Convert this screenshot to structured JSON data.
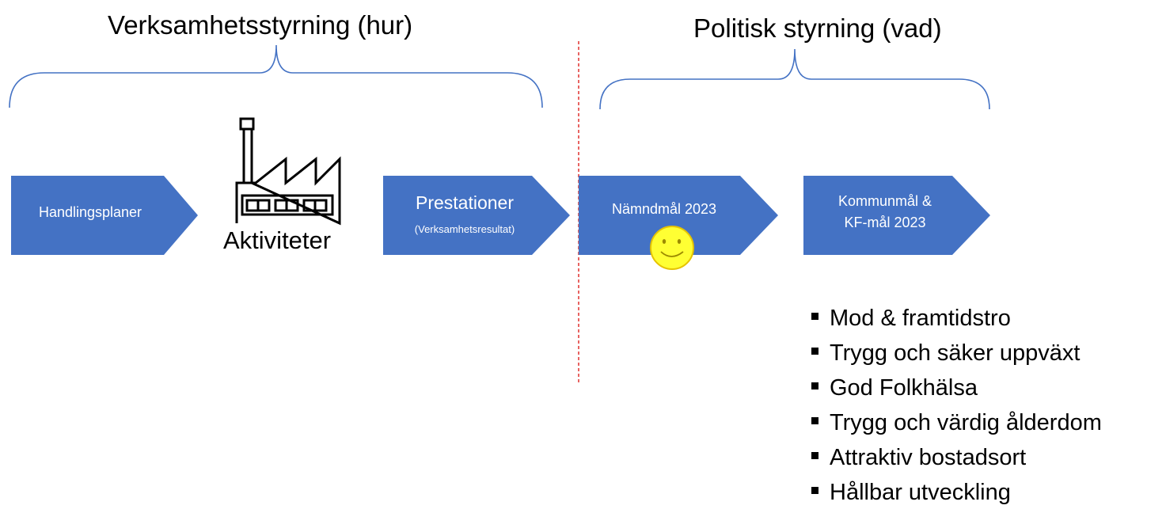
{
  "headings": {
    "left": "Verksamhetsstyrning (hur)",
    "right": "Politisk styrning (vad)"
  },
  "arrows": {
    "handlingsplaner": "Handlingsplaner",
    "prestationer_main": "Prestationer",
    "prestationer_sub": "(Verksamhetsresultat)",
    "namndmal": "Nämndmål 2023",
    "kommunmal_line1": "Kommunmål  &",
    "kommunmal_line2": "KF-mål 2023"
  },
  "factory": {
    "label": "Aktiviteter",
    "icon": "factory-icon"
  },
  "smiley": {
    "icon": "smiley-icon"
  },
  "goals": [
    "Mod & framtidstro",
    "Trygg och säker uppväxt",
    "God Folkhälsa",
    "Trygg och värdig ålderdom",
    "Attraktiv bostadsort",
    "Hållbar utveckling"
  ],
  "colors": {
    "arrow_fill": "#4472C4",
    "brace": "#4472C4",
    "divider": "#E0302F",
    "smiley_fill": "#FFFF33"
  }
}
